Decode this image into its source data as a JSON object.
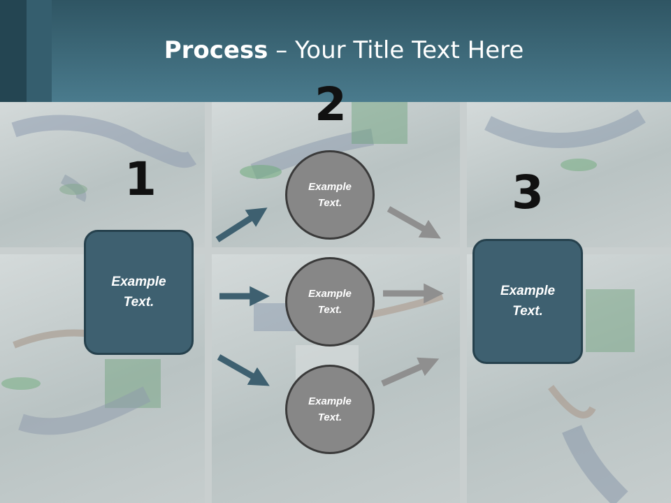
{
  "title": {
    "bold": "Process",
    "rest": " – Your Title Text Here"
  },
  "steps": [
    {
      "number": "1",
      "text": "Example\nText."
    },
    {
      "number": "2",
      "items": [
        "Example\nText.",
        "Example\nText.",
        "Example\nText."
      ]
    },
    {
      "number": "3",
      "text": "Example\nText."
    }
  ],
  "colors": {
    "header": "#4a7b8d",
    "box": "#3e6070",
    "box_border": "#26414d",
    "circle": "#878787",
    "arrow_dark": "#3e6070",
    "arrow_gray": "#8f8f8f"
  }
}
